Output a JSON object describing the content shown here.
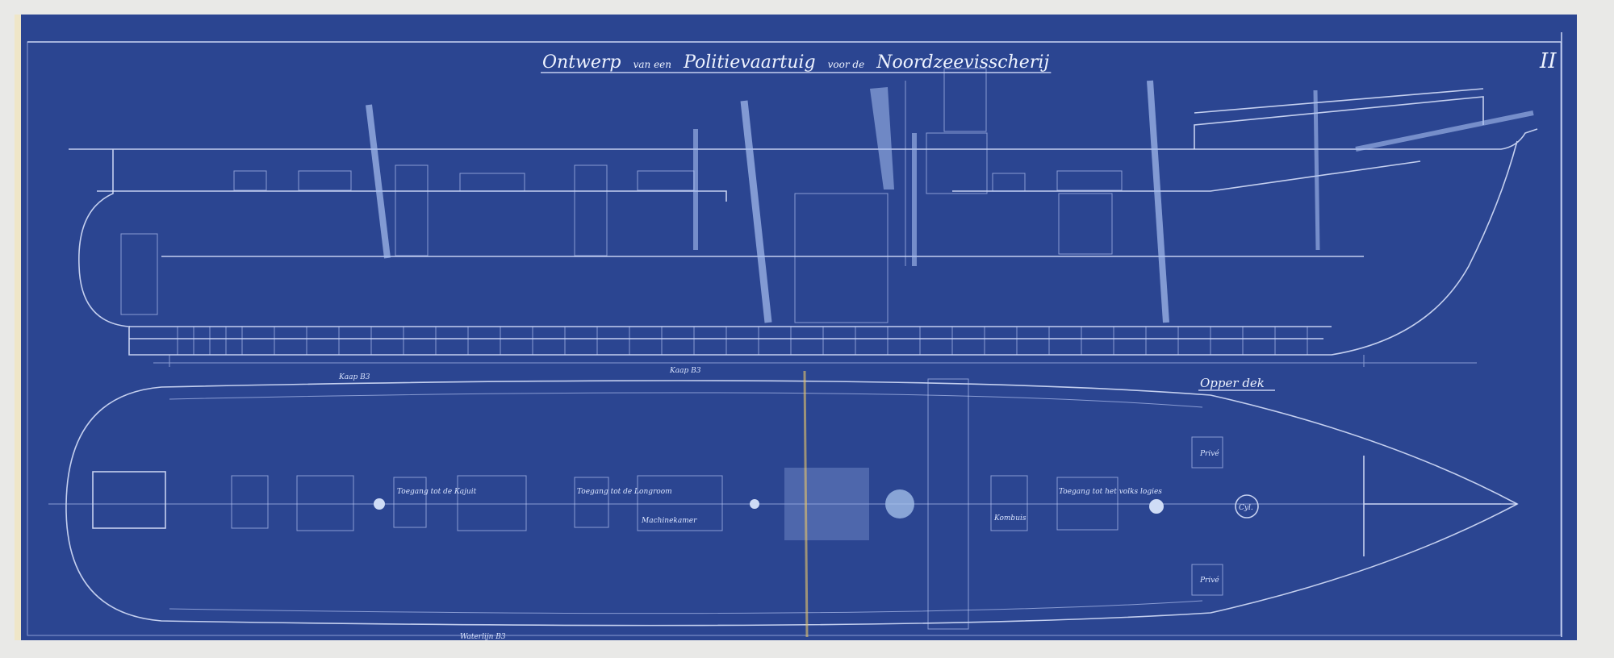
{
  "title": {
    "word1": "Ontwerp",
    "word2": "van een",
    "word3": "Politievaartuig",
    "word4": "voor de",
    "word5": "Noordzeevisscherij"
  },
  "sheet_number": "II",
  "deck_plan_title": "Opper dek",
  "side_labels": [
    "Kaap B3",
    "Kaap B3"
  ],
  "deck_labels": [
    "Toegang tot de Kajuit",
    "Toegang tot de Longroom",
    "Toegang tot het volks logies",
    "Machinekamer",
    "Cyl.",
    "Privé",
    "Privé",
    "Kombuis"
  ],
  "bottom_labels": [
    "Waterlijn B3"
  ],
  "colors": {
    "blueprint": "#2b4591",
    "line": "#dfe8ff",
    "paper": "#e9e9e7"
  }
}
